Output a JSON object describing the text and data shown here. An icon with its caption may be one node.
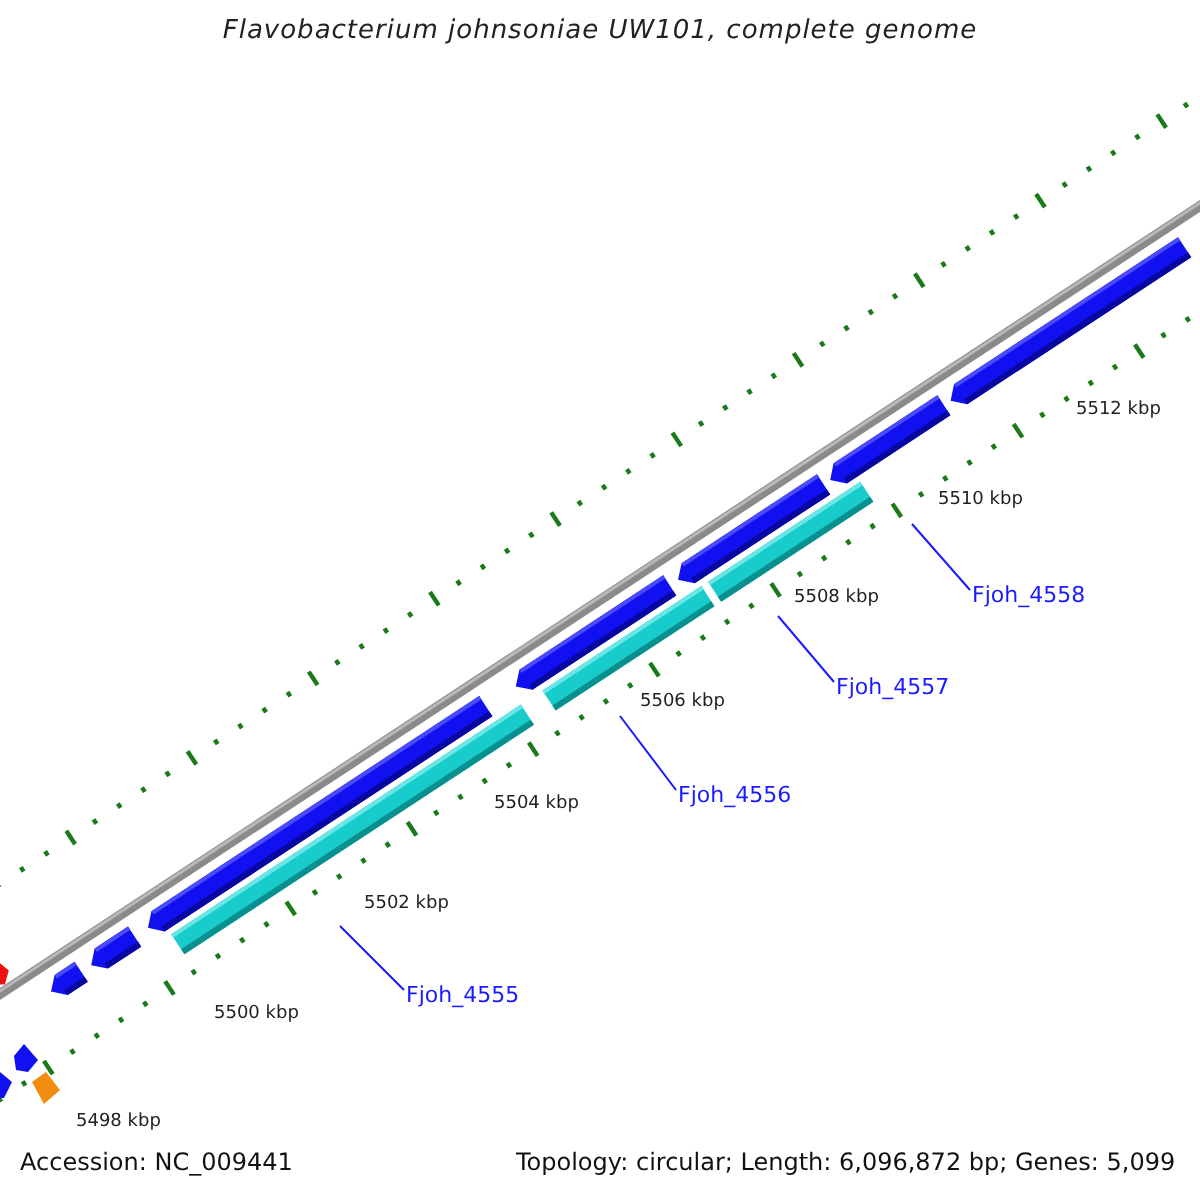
{
  "diagram": {
    "title": "Flavobacterium johnsoniae UW101, complete genome",
    "nodes": [
      {
        "text": [
          "Fjoh_4558"
        ]
      },
      {
        "text": [
          "Fjoh_4557"
        ]
      },
      {
        "text": [
          "Fjoh_4556"
        ]
      },
      {
        "text": [
          "Fjoh_4555"
        ]
      }
    ],
    "edges": [
      {
        "from": 0,
        "to": null,
        "arrow": "none"
      },
      {
        "from": 1,
        "to": null,
        "arrow": "none"
      },
      {
        "from": 2,
        "to": null,
        "arrow": "none"
      },
      {
        "from": 3,
        "to": null,
        "arrow": "none"
      }
    ],
    "labels": [
      "5512 kbp",
      "5510 kbp",
      "5508 kbp",
      "5506 kbp",
      "5504 kbp",
      "5502 kbp",
      "5500 kbp",
      "5498 kbp",
      "Accession: NC_009441",
      "Topology: circular; Length: 6,096,872 bp; Genes: 5,099"
    ]
  }
}
